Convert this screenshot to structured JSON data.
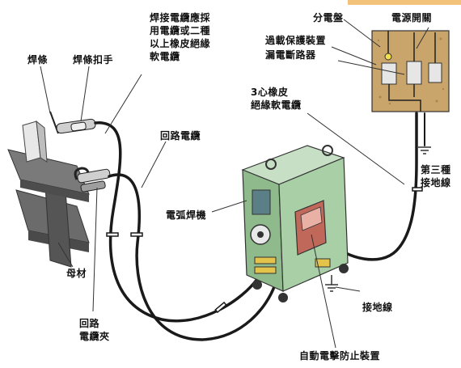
{
  "labels": {
    "electrode": "焊條",
    "electrode_holder": "焊條扣手",
    "cable_note": "焊接電纜應採\n用電纜或二種\n以上橡皮絕緣\n軟電纜",
    "return_cable": "回路電纜",
    "three_core_cable": "3心橡皮\n絕緣軟電纜",
    "distribution_board": "分電盤",
    "power_switch": "電源開關",
    "overcurrent_device": "過載保護裝置",
    "leakage_breaker": "漏電斷路器",
    "third_ground_wire": "第三種\n接地線",
    "arc_welder": "電弧焊機",
    "base_metal": "母材",
    "return_clamp": "回路\n電纜夾",
    "ground_wire": "接地線",
    "auto_shock_prevention": "自動電擊防止裝置"
  },
  "colors": {
    "welder_body": "#9cc69a",
    "welder_dark": "#6f9b6d",
    "panel_box": "#c9a46b",
    "workpiece": "#5a5a5a",
    "cable": "#1a1a1a",
    "breaker_box": "#c0685a"
  }
}
